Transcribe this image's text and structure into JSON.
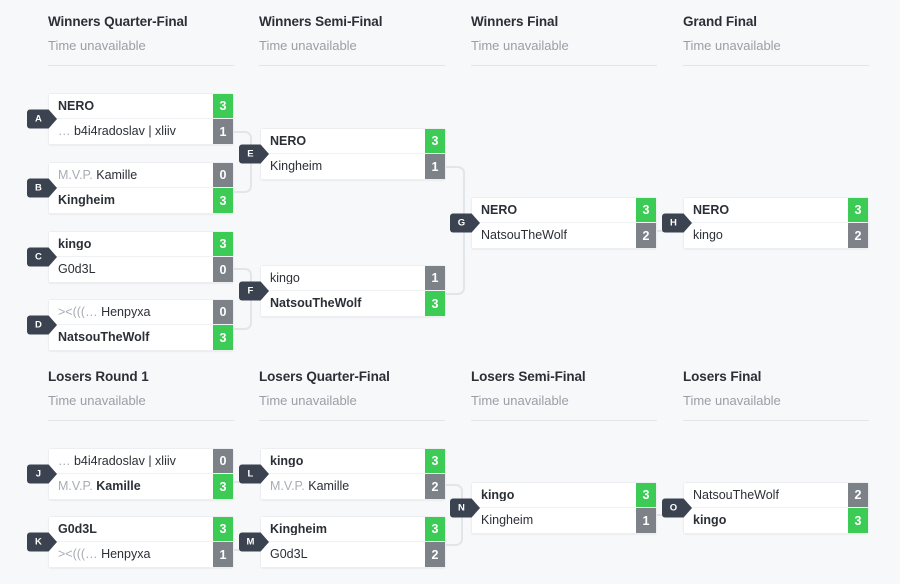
{
  "theme": {
    "background": "#f7f8fa",
    "card_bg": "#ffffff",
    "win_score_color": "#3ccc56",
    "lose_score_color": "#7d8288",
    "badge_color": "#3b4250",
    "connector_color": "#e2e5ea",
    "title_color": "#2b2f36",
    "muted_color": "#9a9ea6"
  },
  "time_unavailable": "Time unavailable",
  "rounds": [
    {
      "id": "winners-quarter-final",
      "title": "Winners Quarter-Final",
      "time": "Time unavailable"
    },
    {
      "id": "winners-semi-final",
      "title": "Winners Semi-Final",
      "time": "Time unavailable"
    },
    {
      "id": "winners-final",
      "title": "Winners Final",
      "time": "Time unavailable"
    },
    {
      "id": "grand-final",
      "title": "Grand Final",
      "time": "Time unavailable"
    },
    {
      "id": "losers-round-1",
      "title": "Losers Round 1",
      "time": "Time unavailable"
    },
    {
      "id": "losers-quarter-final",
      "title": "Losers Quarter-Final",
      "time": "Time unavailable"
    },
    {
      "id": "losers-semi-final",
      "title": "Losers Semi-Final",
      "time": "Time unavailable"
    },
    {
      "id": "losers-final",
      "title": "Losers Final",
      "time": "Time unavailable"
    }
  ],
  "matches": [
    {
      "letter": "A",
      "round": "winners-quarter-final",
      "top": {
        "prefix": "",
        "name": "NERO",
        "score": "3",
        "winner": true
      },
      "bottom": {
        "prefix": "…",
        "name": "b4i4radoslav | xliiv",
        "score": "1",
        "winner": false
      }
    },
    {
      "letter": "B",
      "round": "winners-quarter-final",
      "top": {
        "prefix": "M.V.P.",
        "name": "Kamille",
        "score": "0",
        "winner": false
      },
      "bottom": {
        "prefix": "",
        "name": "Kingheim",
        "score": "3",
        "winner": true
      }
    },
    {
      "letter": "C",
      "round": "winners-quarter-final",
      "top": {
        "prefix": "",
        "name": "kingo",
        "score": "3",
        "winner": true
      },
      "bottom": {
        "prefix": "",
        "name": "G0d3L",
        "score": "0",
        "winner": false
      }
    },
    {
      "letter": "D",
      "round": "winners-quarter-final",
      "top": {
        "prefix": "><(((…",
        "name": "Henpyxa",
        "score": "0",
        "winner": false
      },
      "bottom": {
        "prefix": "",
        "name": "NatsouTheWolf",
        "score": "3",
        "winner": true
      }
    },
    {
      "letter": "E",
      "round": "winners-semi-final",
      "top": {
        "prefix": "",
        "name": "NERO",
        "score": "3",
        "winner": true
      },
      "bottom": {
        "prefix": "",
        "name": "Kingheim",
        "score": "1",
        "winner": false
      }
    },
    {
      "letter": "F",
      "round": "winners-semi-final",
      "top": {
        "prefix": "",
        "name": "kingo",
        "score": "1",
        "winner": false
      },
      "bottom": {
        "prefix": "",
        "name": "NatsouTheWolf",
        "score": "3",
        "winner": true
      }
    },
    {
      "letter": "G",
      "round": "winners-final",
      "top": {
        "prefix": "",
        "name": "NERO",
        "score": "3",
        "winner": true
      },
      "bottom": {
        "prefix": "",
        "name": "NatsouTheWolf",
        "score": "2",
        "winner": false
      }
    },
    {
      "letter": "H",
      "round": "grand-final",
      "top": {
        "prefix": "",
        "name": "NERO",
        "score": "3",
        "winner": true
      },
      "bottom": {
        "prefix": "",
        "name": "kingo",
        "score": "2",
        "winner": false
      }
    },
    {
      "letter": "J",
      "round": "losers-round-1",
      "top": {
        "prefix": "…",
        "name": "b4i4radoslav | xliiv",
        "score": "0",
        "winner": false
      },
      "bottom": {
        "prefix": "M.V.P.",
        "name": "Kamille",
        "score": "3",
        "winner": true
      }
    },
    {
      "letter": "K",
      "round": "losers-round-1",
      "top": {
        "prefix": "",
        "name": "G0d3L",
        "score": "3",
        "winner": true
      },
      "bottom": {
        "prefix": "><(((…",
        "name": "Henpyxa",
        "score": "1",
        "winner": false
      }
    },
    {
      "letter": "L",
      "round": "losers-quarter-final",
      "top": {
        "prefix": "",
        "name": "kingo",
        "score": "3",
        "winner": true
      },
      "bottom": {
        "prefix": "M.V.P.",
        "name": "Kamille",
        "score": "2",
        "winner": false
      }
    },
    {
      "letter": "M",
      "round": "losers-quarter-final",
      "top": {
        "prefix": "",
        "name": "Kingheim",
        "score": "3",
        "winner": true
      },
      "bottom": {
        "prefix": "",
        "name": "G0d3L",
        "score": "2",
        "winner": false
      }
    },
    {
      "letter": "N",
      "round": "losers-semi-final",
      "top": {
        "prefix": "",
        "name": "kingo",
        "score": "3",
        "winner": true
      },
      "bottom": {
        "prefix": "",
        "name": "Kingheim",
        "score": "1",
        "winner": false
      }
    },
    {
      "letter": "O",
      "round": "losers-final",
      "top": {
        "prefix": "",
        "name": "NatsouTheWolf",
        "score": "2",
        "winner": false
      },
      "bottom": {
        "prefix": "",
        "name": "kingo",
        "score": "3",
        "winner": true
      }
    }
  ]
}
